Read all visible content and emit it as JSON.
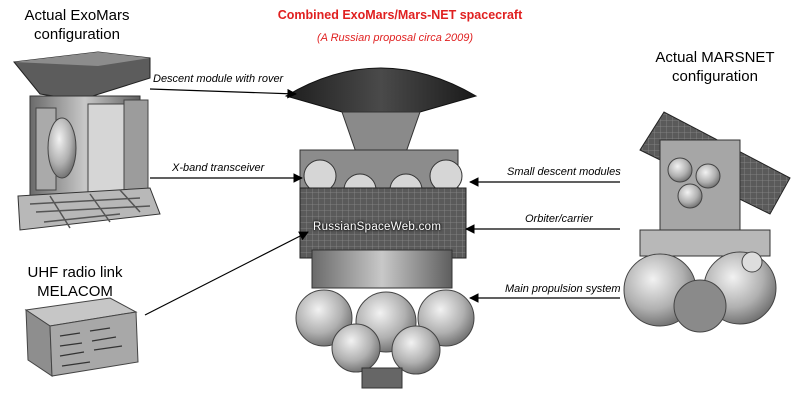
{
  "title": "Combined ExoMars/Mars-NET spacecraft",
  "subtitle": "(A Russian proposal circa 2009)",
  "labels": {
    "exomars_line1": "Actual ExoMars",
    "exomars_line2": "configuration",
    "marsnet_line1": "Actual MARSNET",
    "marsnet_line2": "configuration",
    "uhf_line1": "UHF radio link",
    "uhf_line2": "MELACOM"
  },
  "callouts": {
    "descent_module": "Descent module with rover",
    "xband": "X-band transceiver",
    "small_descent": "Small  descent modules",
    "orbiter": "Orbiter/carrier",
    "propulsion": "Main propulsion system"
  },
  "watermark": "RussianSpaceWeb.com",
  "colors": {
    "title": "#e02020",
    "arrow": "#000000",
    "metal": "#9a9a9a",
    "dark": "#2a2a2a"
  }
}
